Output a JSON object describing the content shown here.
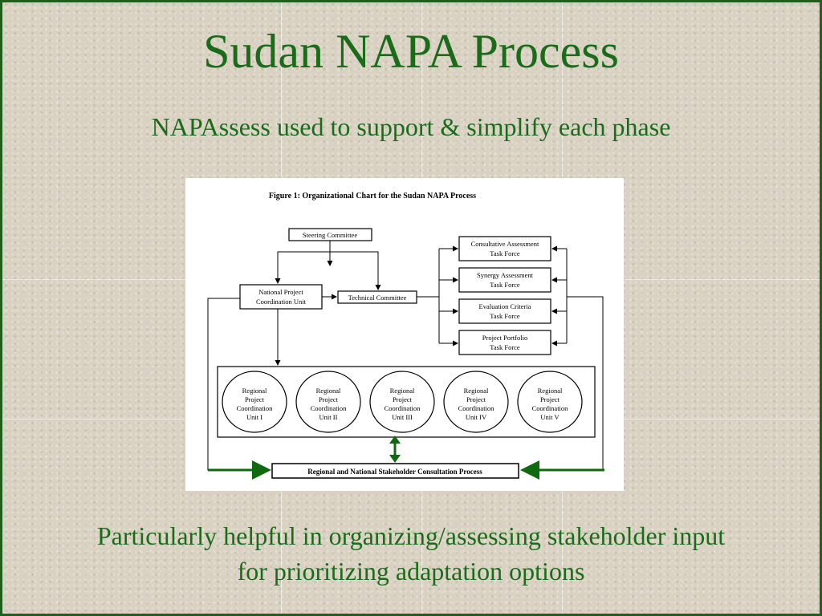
{
  "slide": {
    "title": "Sudan NAPA Process",
    "subtitle": "NAPAssess used to support & simplify each phase",
    "caption_line1": "Particularly helpful in organizing/assessing stakeholder input",
    "caption_line2": "for prioritizing adaptation options"
  },
  "figure": {
    "title": "Figure 1: Organizational Chart for the Sudan NAPA Process",
    "steering": "Steering Committee",
    "npcu_line1": "National Project",
    "npcu_line2": "Coordination Unit",
    "technical": "Technical Committee",
    "task_forces": [
      {
        "line1": "Consultative Assessment",
        "line2": "Task Force"
      },
      {
        "line1": "Synergy Assessment",
        "line2": "Task Force"
      },
      {
        "line1": "Evaluation Criteria",
        "line2": "Task Force"
      },
      {
        "line1": "Project Portfolio",
        "line2": "Task Force"
      }
    ],
    "regional_units": [
      {
        "l1": "Regional",
        "l2": "Project",
        "l3": "Coordination",
        "l4": "Unit I"
      },
      {
        "l1": "Regional",
        "l2": "Project",
        "l3": "Coordination",
        "l4": "Unit II"
      },
      {
        "l1": "Regional",
        "l2": "Project",
        "l3": "Coordination",
        "l4": "Unit III"
      },
      {
        "l1": "Regional",
        "l2": "Project",
        "l3": "Coordination",
        "l4": "Unit IV"
      },
      {
        "l1": "Regional",
        "l2": "Project",
        "l3": "Coordination",
        "l4": "Unit V"
      }
    ],
    "consultation": "Regional and National Stakeholder Consultation Process"
  },
  "colors": {
    "accent_green": "#1a6b1a",
    "arrow_green": "#0f6a0f"
  }
}
